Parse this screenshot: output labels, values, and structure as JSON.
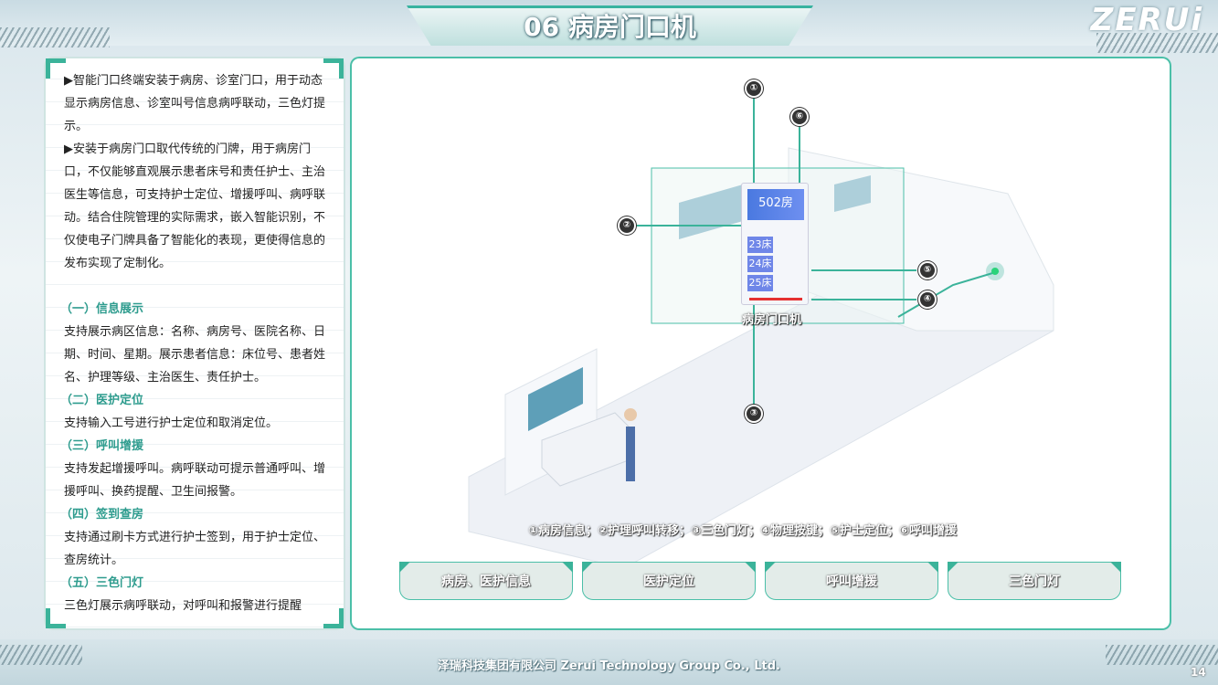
{
  "header": {
    "title": "06 病房门口机",
    "logo": "ZERUi"
  },
  "left_panel": {
    "intro": [
      "▶智能门口终端安装于病房、诊室门口，用于动态显示病房信息、诊室叫号信息病呼联动，三色灯提示。",
      "▶安装于病房门口取代传统的门牌，用于病房门口，不仅能够直观展示患者床号和责任护士、主治医生等信息，可支持护士定位、增援呼叫、病呼联动。结合住院管理的实际需求，嵌入智能识别，不仅使电子门牌具备了智能化的表现，更使得信息的发布实现了定制化。"
    ],
    "sections": [
      {
        "heading": "（一）信息展示",
        "body": "支持展示病区信息：名称、病房号、医院名称、日期、时间、星期。展示患者信息：床位号、患者姓名、护理等级、主治医生、责任护士。"
      },
      {
        "heading": "（二）医护定位",
        "body": "支持输入工号进行护士定位和取消定位。"
      },
      {
        "heading": "（三）呼叫增援",
        "body": "支持发起增援呼叫。病呼联动可提示普通呼叫、增援呼叫、换药提醒、卫生间报警。"
      },
      {
        "heading": "（四）签到查房",
        "body": "支持通过刷卡方式进行护士签到，用于护士定位、查房统计。"
      },
      {
        "heading": "（五）三色门灯",
        "body": "三色灯展示病呼联动，对呼叫和报警进行提醒"
      }
    ]
  },
  "illustration": {
    "device_room": "502房",
    "beds": [
      "23床",
      "24床",
      "25床"
    ],
    "device_label": "病房门口机",
    "markers": [
      "①",
      "②",
      "③",
      "④",
      "⑤",
      "⑥"
    ]
  },
  "legend": "①病房信息；②护理呼叫转移；③三色门灯；④物理按键；⑤护士定位；⑥呼叫增援",
  "buttons": [
    "病房、医护信息",
    "医护定位",
    "呼叫增援",
    "三色门灯"
  ],
  "footer": {
    "company": "泽瑞科技集团有限公司 Zerui Technology Group Co., Ltd.",
    "page": "14"
  },
  "colors": {
    "accent": "#3bb39a",
    "device_blue": "#4a79e0"
  }
}
